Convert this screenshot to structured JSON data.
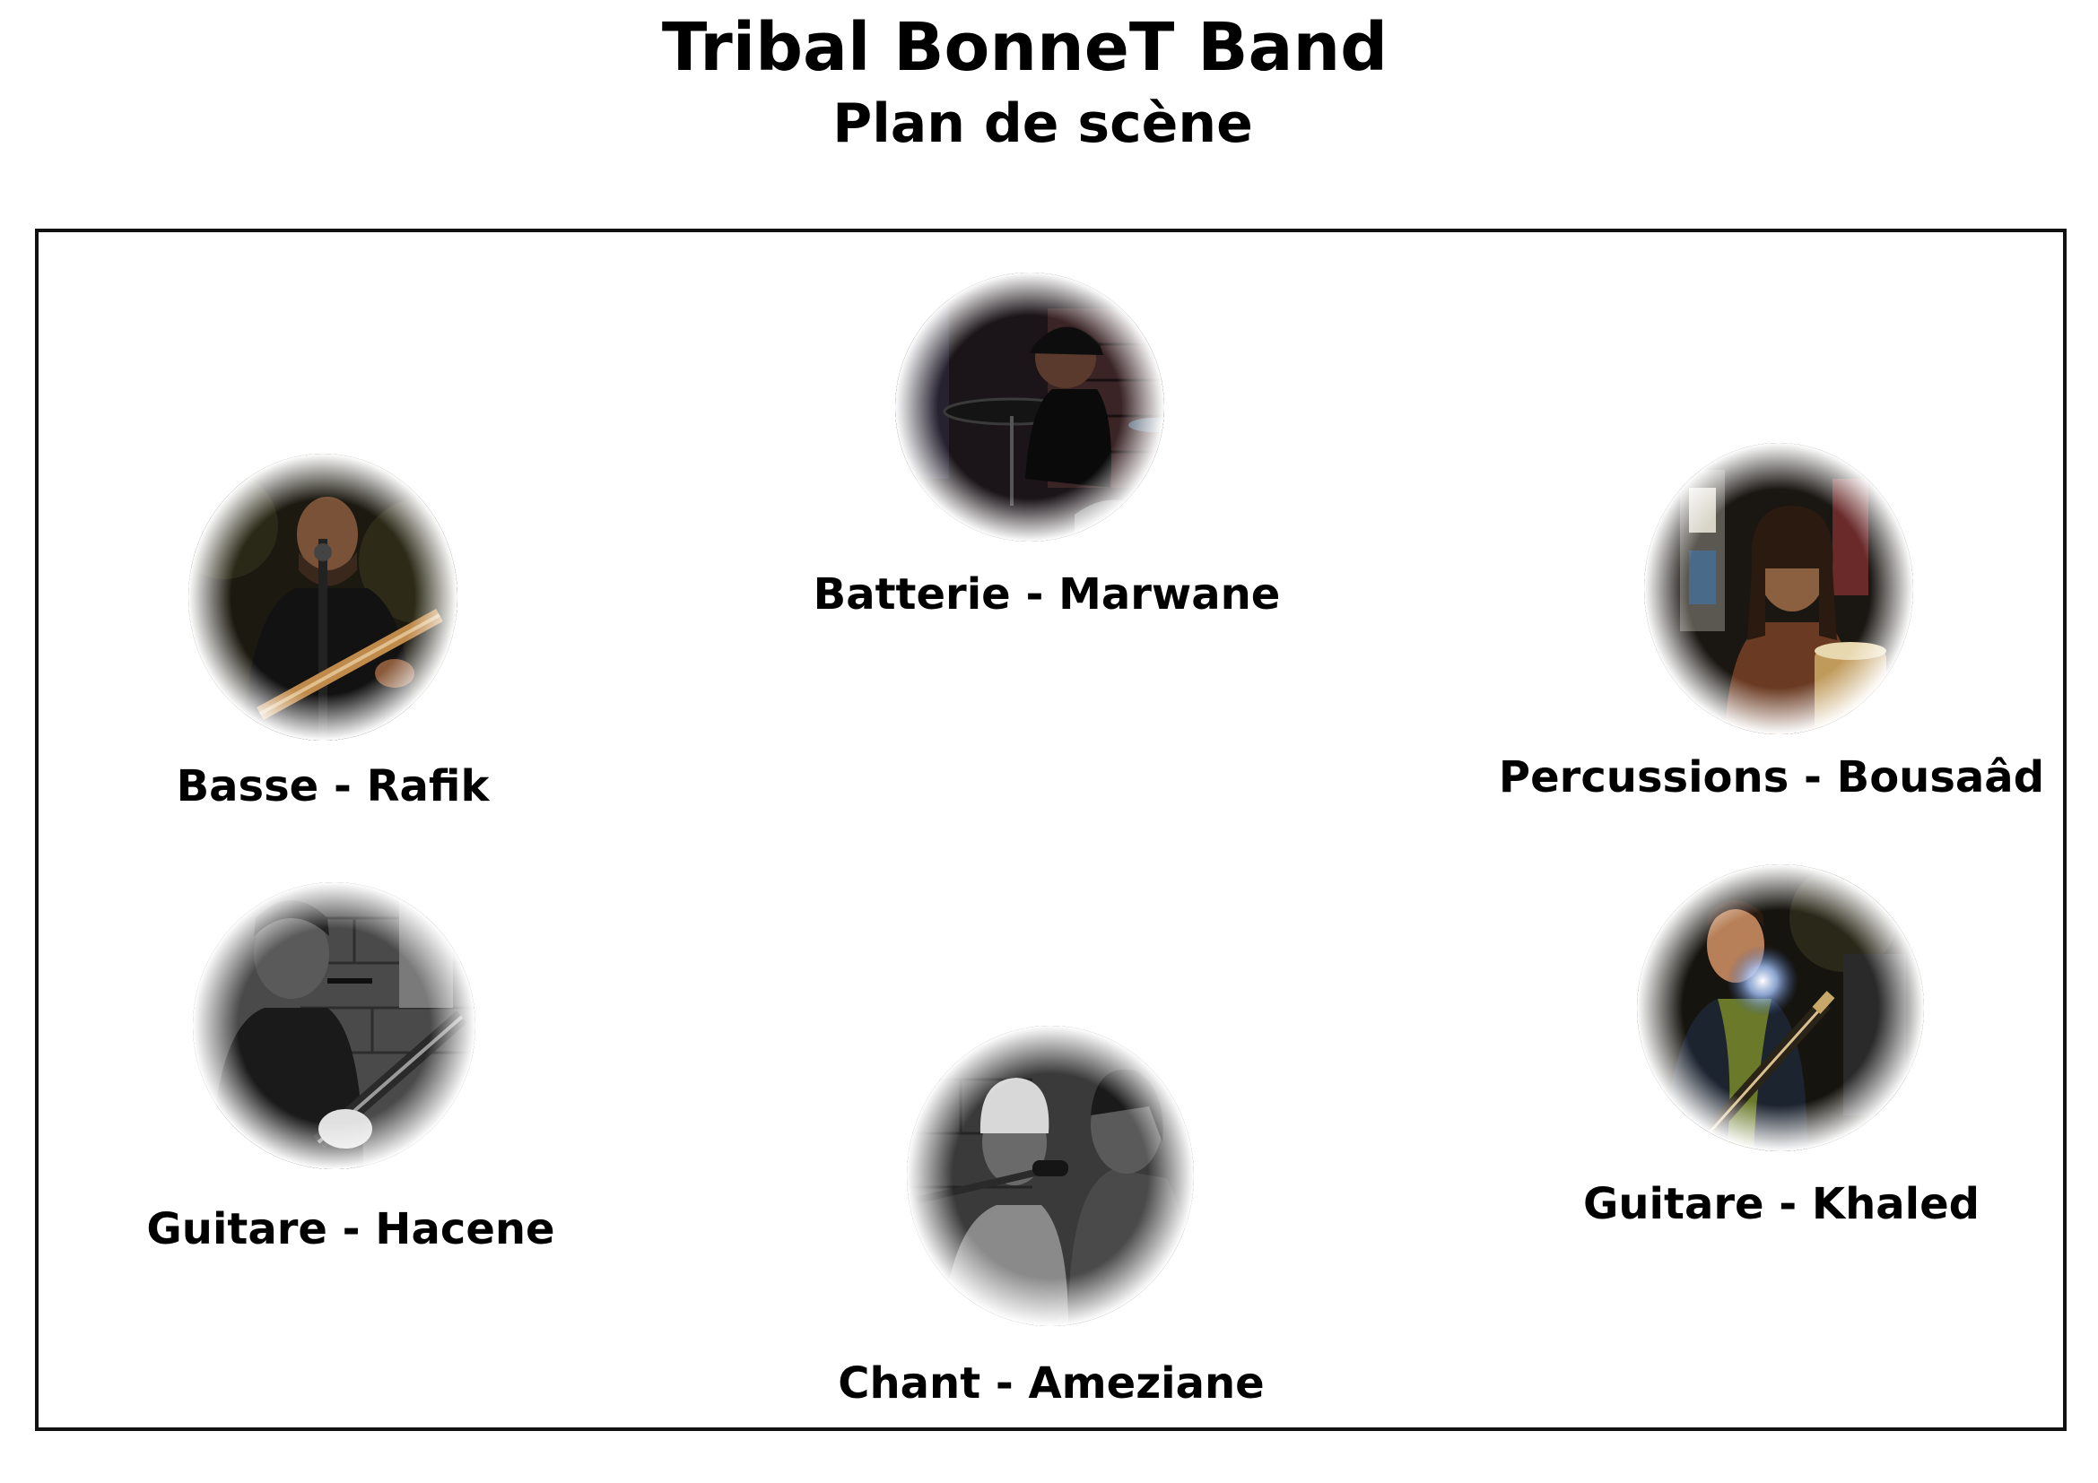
{
  "header": {
    "title": "Tribal BonneT Band",
    "subtitle": "Plan de scène"
  },
  "stage": {
    "musicians": [
      {
        "id": "batterie",
        "label": "Batterie - Marwane",
        "photo_tone": "color"
      },
      {
        "id": "basse",
        "label": "Basse - Rafik",
        "photo_tone": "color"
      },
      {
        "id": "percussions",
        "label": "Percussions - Bousaâd",
        "photo_tone": "color"
      },
      {
        "id": "guitare-hacene",
        "label": "Guitare - Hacene",
        "photo_tone": "black-and-white"
      },
      {
        "id": "chant",
        "label": "Chant - Ameziane",
        "photo_tone": "black-and-white"
      },
      {
        "id": "guitare-khaled",
        "label": "Guitare - Khaled",
        "photo_tone": "color"
      }
    ]
  }
}
